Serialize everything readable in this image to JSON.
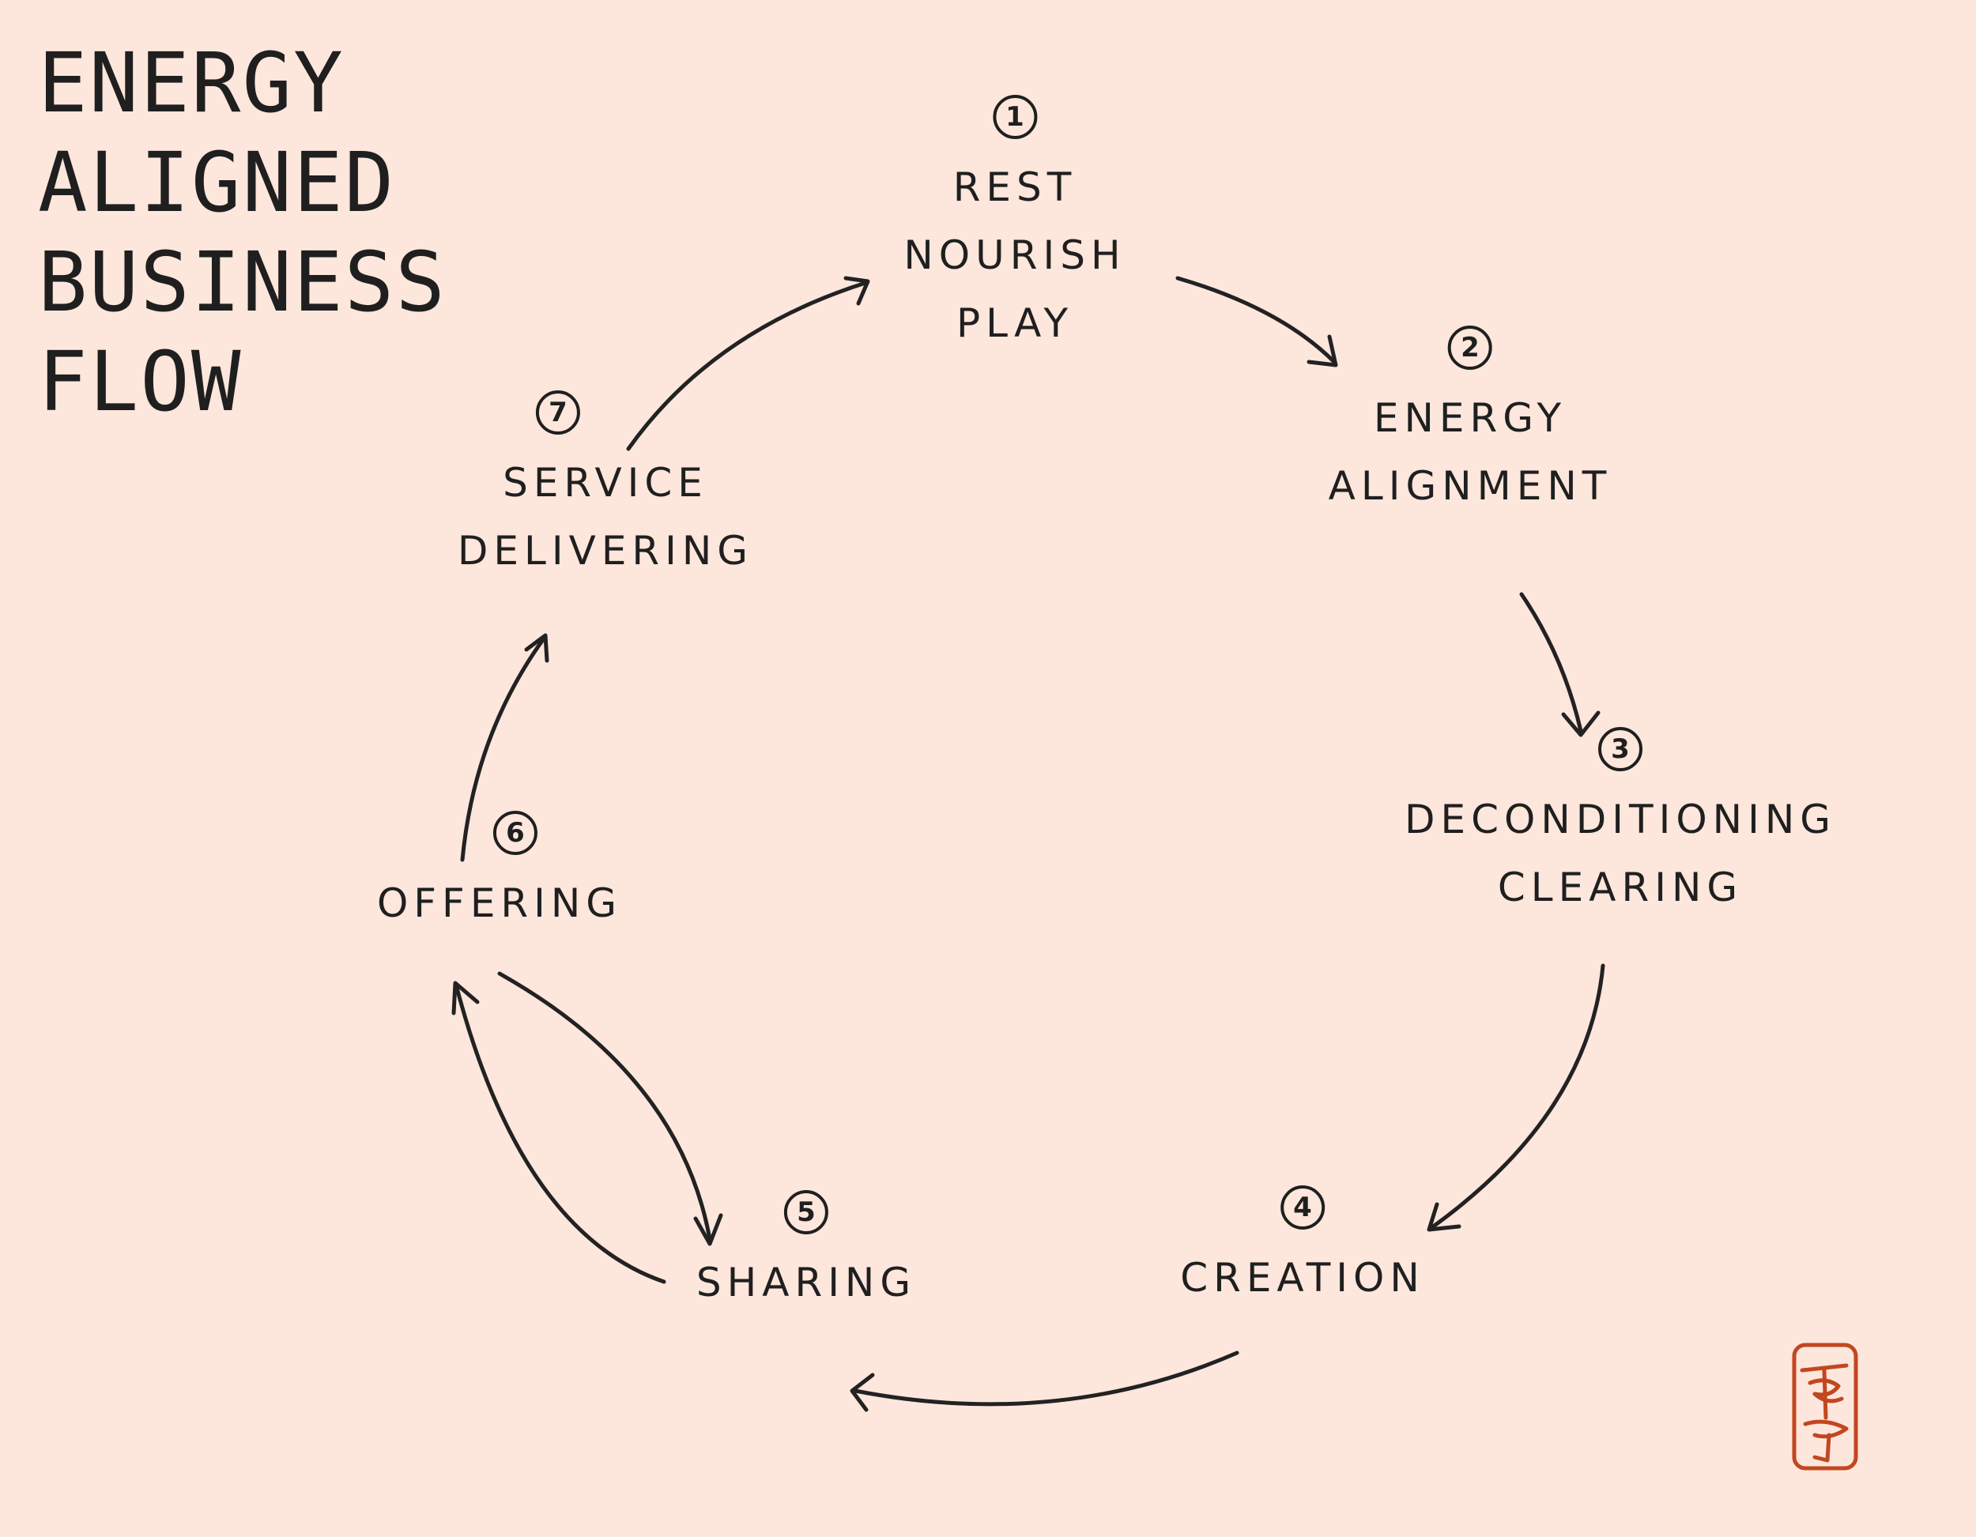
{
  "title": {
    "lines": [
      "ENERGY",
      "ALIGNED",
      "BUSINESS",
      "FLOW"
    ]
  },
  "steps": [
    {
      "number": "1",
      "lines": [
        "REST",
        "NOURISH",
        "PLAY"
      ]
    },
    {
      "number": "2",
      "lines": [
        "ENERGY",
        "ALIGNMENT"
      ]
    },
    {
      "number": "3",
      "lines": [
        "DECONDITIONING",
        "CLEARING"
      ]
    },
    {
      "number": "4",
      "lines": [
        "CREATION"
      ]
    },
    {
      "number": "5",
      "lines": [
        "SHARING"
      ]
    },
    {
      "number": "6",
      "lines": [
        "OFFERING"
      ]
    },
    {
      "number": "7",
      "lines": [
        "SERVICE",
        "DELIVERING"
      ]
    }
  ],
  "colors": {
    "background": "#fde6dc",
    "ink": "#1f1f1f",
    "stamp": "#c2471f"
  },
  "icons": {
    "stamp": "seal-stamp-icon"
  }
}
